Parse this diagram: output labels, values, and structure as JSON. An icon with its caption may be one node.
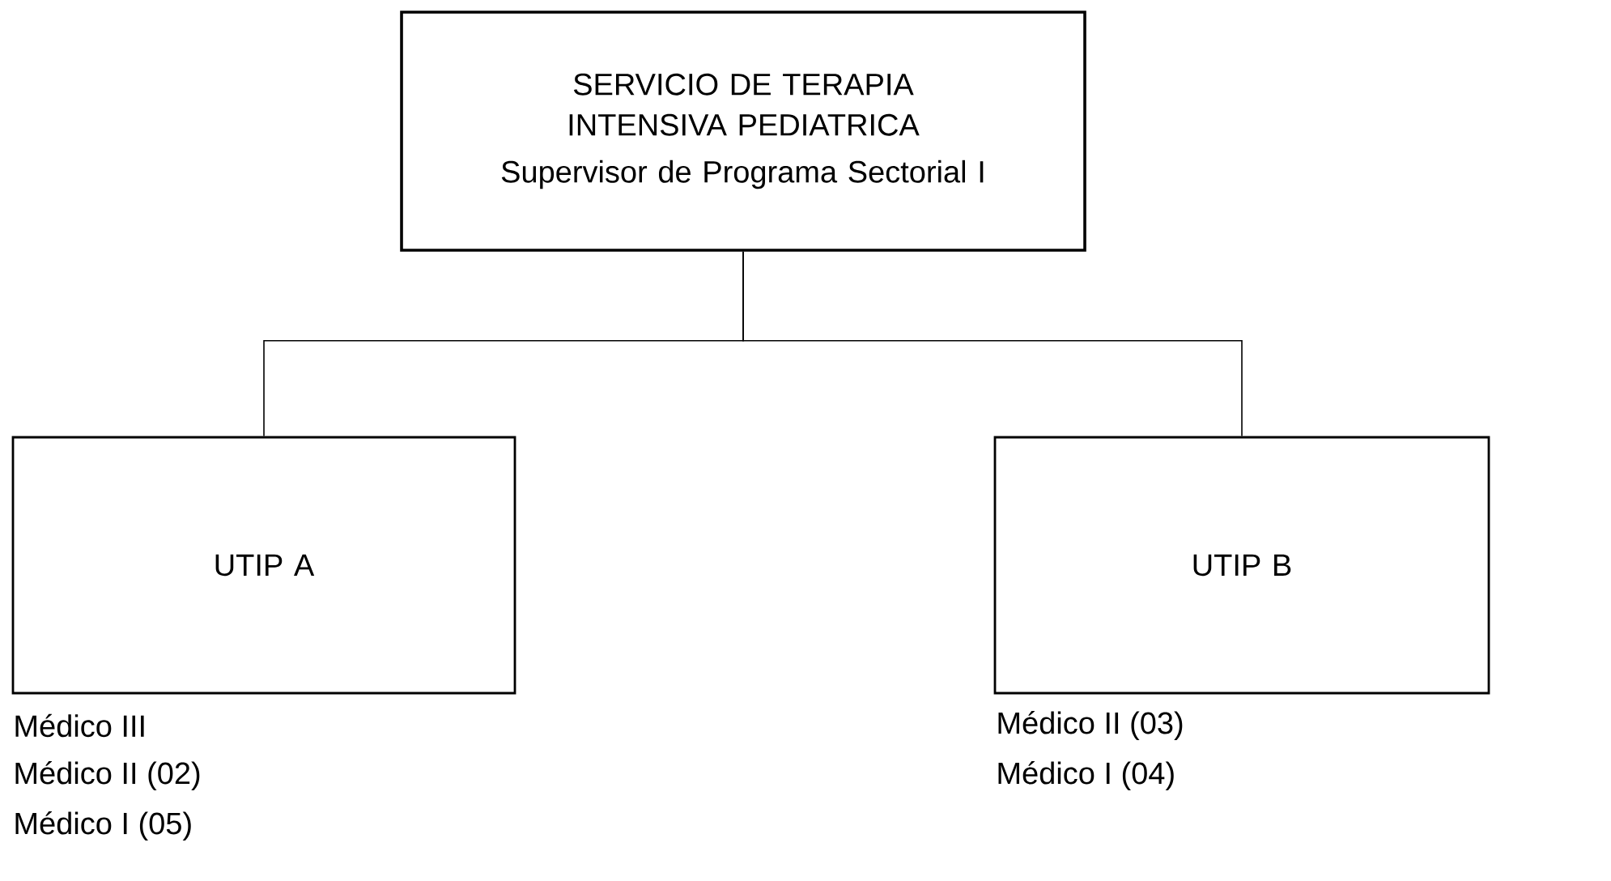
{
  "diagram": {
    "nodes": [
      {
        "text": [
          "SERVICIO DE TERAPIA INTENSIVA PEDIATRICA",
          "Supervisor de Programa Sectorial I"
        ]
      },
      {
        "text": [
          "UTIP A"
        ],
        "beside": [
          "Médico III",
          "Médico II (02)",
          "Médico I (05)"
        ]
      },
      {
        "text": [
          "UTIP B"
        ],
        "beside": [
          "Médico II (03)",
          "Médico I (04)"
        ]
      }
    ],
    "edges": [
      {
        "from": 0,
        "to": 1,
        "arrow": "none"
      },
      {
        "from": 0,
        "to": 2,
        "arrow": "none"
      }
    ]
  }
}
